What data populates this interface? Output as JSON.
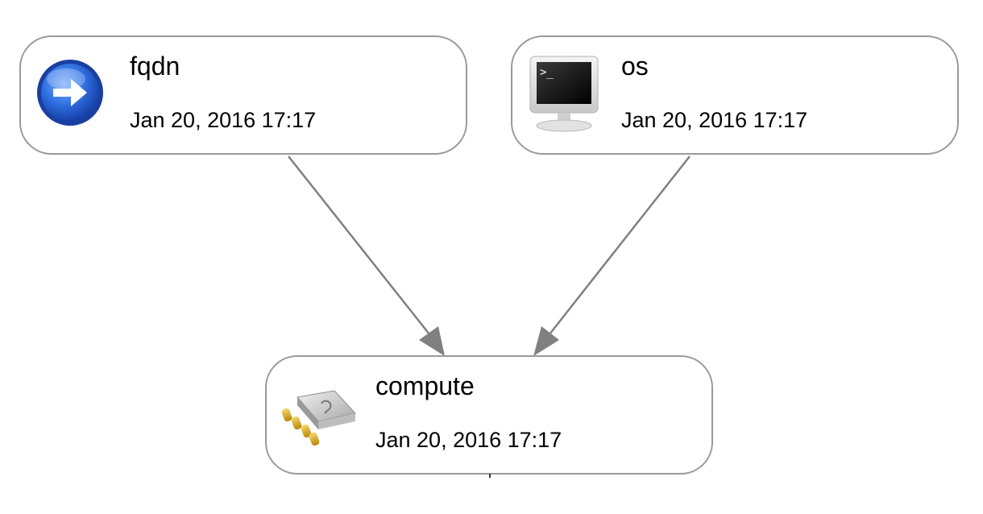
{
  "nodes": [
    {
      "id": "fqdn",
      "title": "fqdn",
      "timestamp": "Jan 20, 2016 17:17",
      "icon": "arrow-right-circle-icon"
    },
    {
      "id": "os",
      "title": "os",
      "timestamp": "Jan 20, 2016 17:17",
      "icon": "terminal-monitor-icon"
    },
    {
      "id": "compute",
      "title": "compute",
      "timestamp": "Jan 20, 2016 17:17",
      "icon": "chip-icon"
    }
  ],
  "edges": [
    {
      "from": "fqdn",
      "to": "compute"
    },
    {
      "from": "os",
      "to": "compute"
    }
  ],
  "colors": {
    "node_border": "#9a9a9a",
    "edge": "#808080",
    "fqdn_icon_blue": "#1f5fd6"
  }
}
